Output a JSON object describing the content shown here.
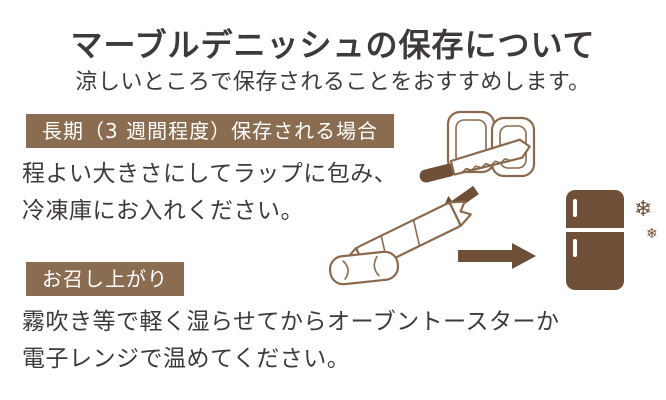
{
  "page": {
    "title": "マーブルデニッシュの保存について",
    "subtitle": "涼しいところで保存されることをおすすめします。"
  },
  "sections": {
    "long_term": {
      "badge": "長期（3 週間程度）保存される場合",
      "body_line1": "程よい大きさにしてラップに包み、",
      "body_line2": "冷凍庫にお入れください。"
    },
    "serving": {
      "badge": "お召し上がり",
      "body_line1": "霧吹き等で軽く湿らせてからオーブントースターか",
      "body_line2": "電子レンジで温めてください。"
    }
  },
  "icons": {
    "snowflake": "❄"
  },
  "colors": {
    "badge_bg": "#8a6d50",
    "text": "#3e3a39",
    "illustration_outline": "#8a6a4e",
    "illustration_solid": "#6f4f38"
  }
}
